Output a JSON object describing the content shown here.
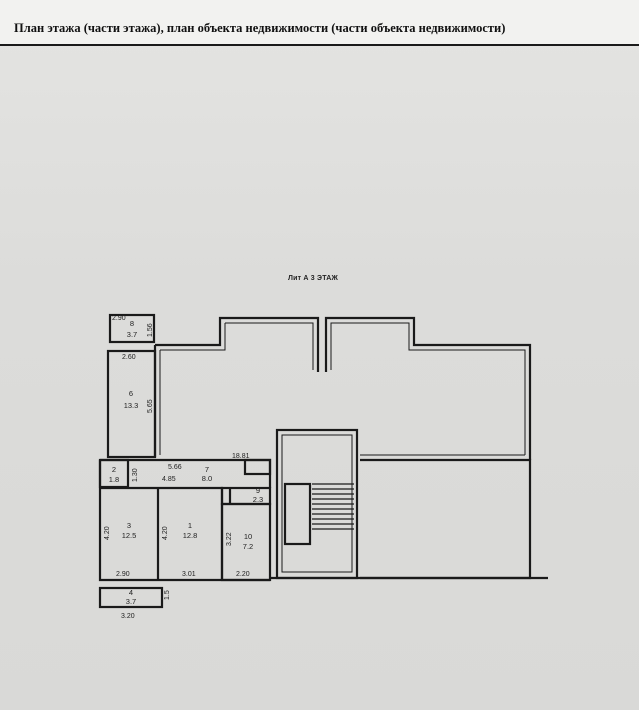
{
  "header": {
    "title": "План этажа (части этажа), план объекта недвижимости (части объекта недвижимости)"
  },
  "plan": {
    "title": "Лит А 3 ЭТАЖ",
    "rooms": [
      {
        "number": "8",
        "area": "3.7"
      },
      {
        "number": "6",
        "area": "13.3"
      },
      {
        "number": "2",
        "area": "1.8"
      },
      {
        "number": "7",
        "area": "8.0"
      },
      {
        "number": "3",
        "area": "12.5"
      },
      {
        "number": "1",
        "area": "12.8"
      },
      {
        "number": "9",
        "area": "2.3"
      },
      {
        "number": "10",
        "area": "7.2"
      },
      {
        "number": "4",
        "area": "3.7"
      }
    ],
    "dimensions": {
      "d1": "2.90",
      "d2": "1.56",
      "d3": "2.60",
      "d4": "5.65",
      "d5": "18.81",
      "d6": "5.66",
      "d7": "4.85",
      "d8": "1.30",
      "d9": "4.20",
      "d10": "4.20",
      "d11": "3.22",
      "d12": "2.90",
      "d13": "3.01",
      "d14": "2.20",
      "d15": "3.20",
      "d16": "1.5"
    }
  }
}
